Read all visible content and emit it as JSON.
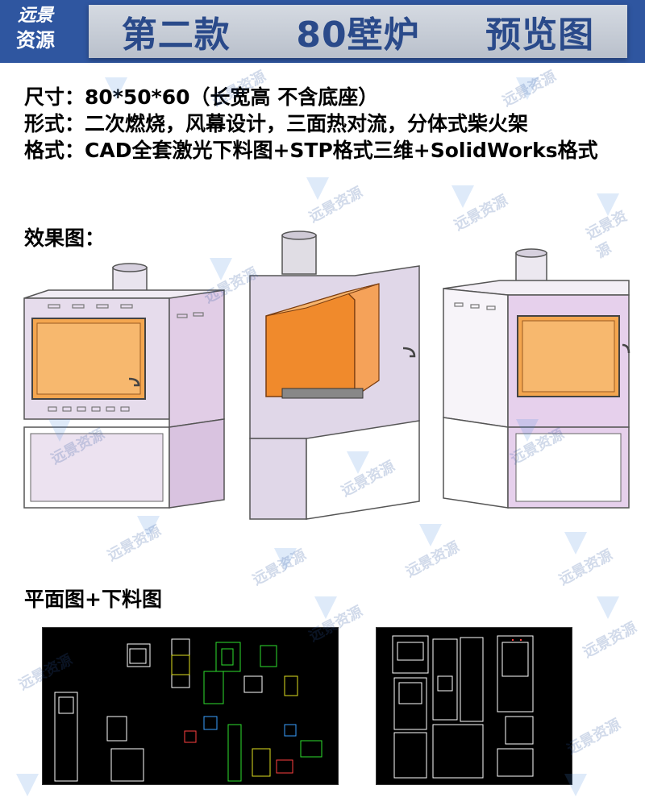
{
  "logo": {
    "line1": "远景",
    "line2": "资源"
  },
  "header": {
    "title_part1": "第二款",
    "title_part2": "80壁炉",
    "title_part3": "预览图"
  },
  "specs": [
    "尺寸：80*50*60（长宽高 不含底座）",
    "形式：二次燃烧，风幕设计，三面热对流，分体式柴火架",
    "格式：CAD全套激光下料图+STP格式三维+SolidWorks格式"
  ],
  "section1": "效果图：",
  "section2": "平面图+下料图",
  "watermark": "远景资源",
  "colors": {
    "header_bg": "#2f56a0",
    "banner_text": "#2a4a8a",
    "stove_body": "#e6dcec",
    "stove_interior": "#f2a64e",
    "cad_bg": "#000000"
  }
}
